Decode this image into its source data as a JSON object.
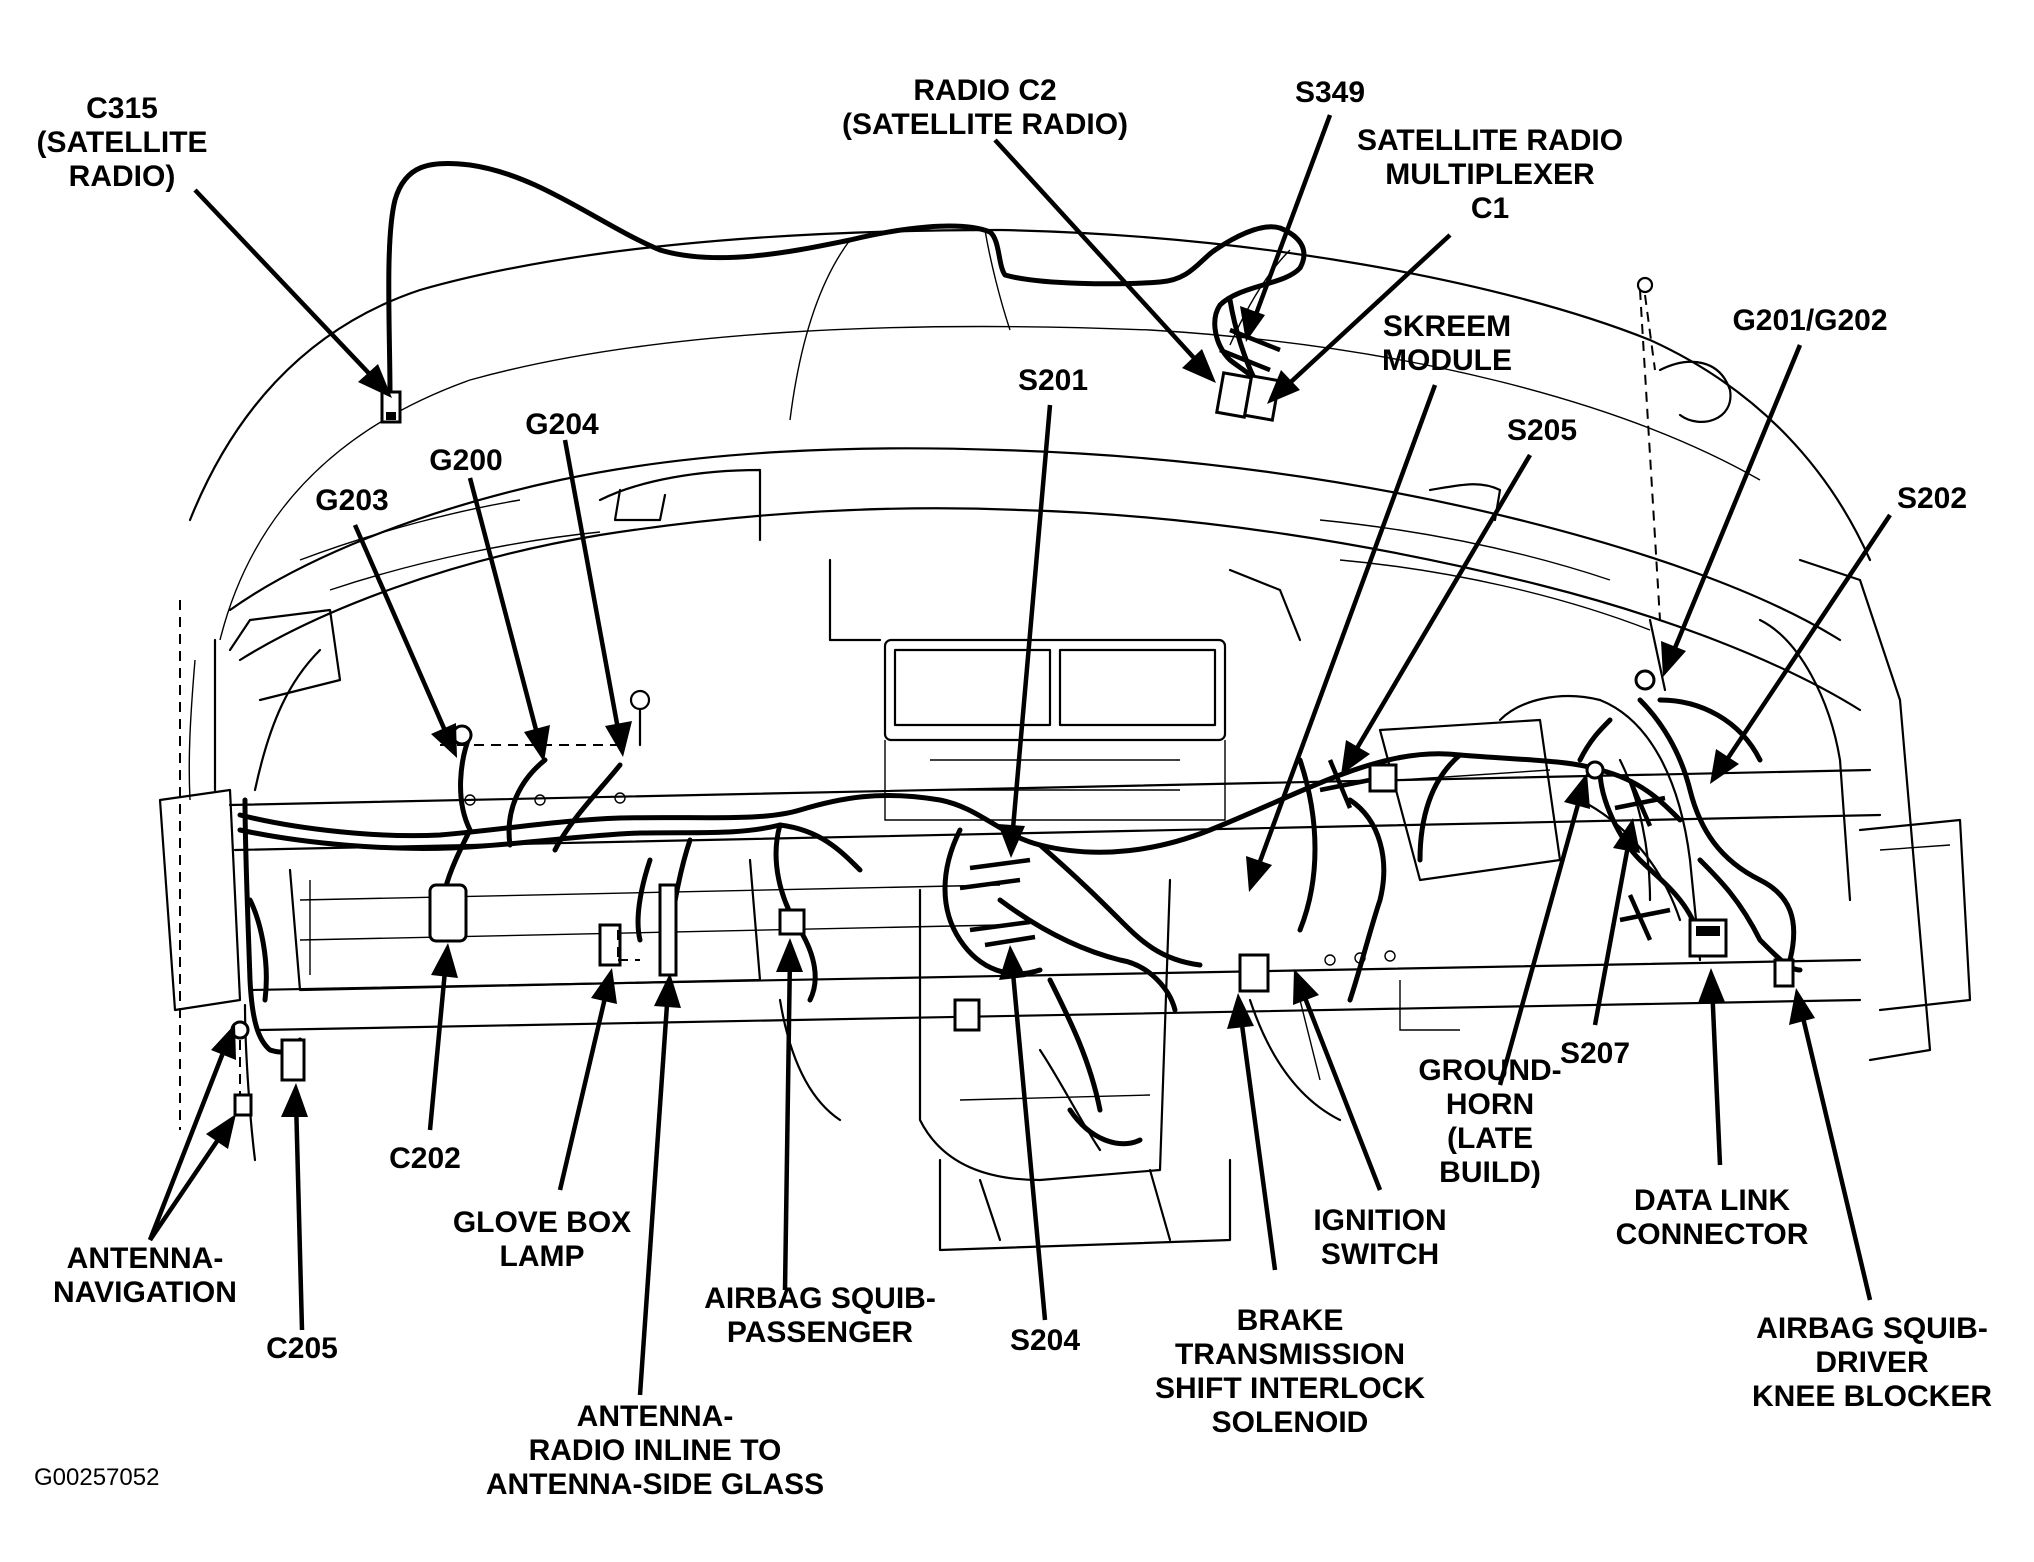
{
  "labels": [
    {
      "id": "c315",
      "lines": [
        "C315",
        "(SATELLITE",
        "RADIO)"
      ]
    },
    {
      "id": "radio-c2",
      "lines": [
        "RADIO C2",
        "(SATELLITE RADIO)"
      ]
    },
    {
      "id": "s349",
      "lines": [
        "S349"
      ]
    },
    {
      "id": "sat-mux",
      "lines": [
        "SATELLITE RADIO",
        "MULTIPLEXER",
        "C1"
      ]
    },
    {
      "id": "skreem",
      "lines": [
        "SKREEM",
        "MODULE"
      ]
    },
    {
      "id": "g201-g202",
      "lines": [
        "G201/G202"
      ]
    },
    {
      "id": "s201",
      "lines": [
        "S201"
      ]
    },
    {
      "id": "g204",
      "lines": [
        "G204"
      ]
    },
    {
      "id": "g200",
      "lines": [
        "G200"
      ]
    },
    {
      "id": "g203",
      "lines": [
        "G203"
      ]
    },
    {
      "id": "s205",
      "lines": [
        "S205"
      ]
    },
    {
      "id": "s202",
      "lines": [
        "S202"
      ]
    },
    {
      "id": "c202",
      "lines": [
        "C202"
      ]
    },
    {
      "id": "glove-box-lamp",
      "lines": [
        "GLOVE BOX",
        "LAMP"
      ]
    },
    {
      "id": "antenna-navigation",
      "lines": [
        "ANTENNA-",
        "NAVIGATION"
      ]
    },
    {
      "id": "c205",
      "lines": [
        "C205"
      ]
    },
    {
      "id": "airbag-passenger",
      "lines": [
        "AIRBAG SQUIB-",
        "PASSENGER"
      ]
    },
    {
      "id": "s204",
      "lines": [
        "S204"
      ]
    },
    {
      "id": "antenna-radio",
      "lines": [
        "ANTENNA-",
        "RADIO INLINE TO",
        "ANTENNA-SIDE GLASS"
      ]
    },
    {
      "id": "btsi",
      "lines": [
        "BRAKE",
        "TRANSMISSION",
        "SHIFT INTERLOCK",
        "SOLENOID"
      ]
    },
    {
      "id": "ignition",
      "lines": [
        "IGNITION",
        "SWITCH"
      ]
    },
    {
      "id": "ground-horn",
      "lines": [
        "GROUND-",
        "HORN",
        "(LATE",
        "BUILD)"
      ]
    },
    {
      "id": "s207",
      "lines": [
        "S207"
      ]
    },
    {
      "id": "dlc",
      "lines": [
        "DATA LINK",
        "CONNECTOR"
      ]
    },
    {
      "id": "airbag-driver",
      "lines": [
        "AIRBAG SQUIB-",
        "DRIVER",
        "KNEE BLOCKER"
      ]
    }
  ],
  "figure_code": "G00257052"
}
